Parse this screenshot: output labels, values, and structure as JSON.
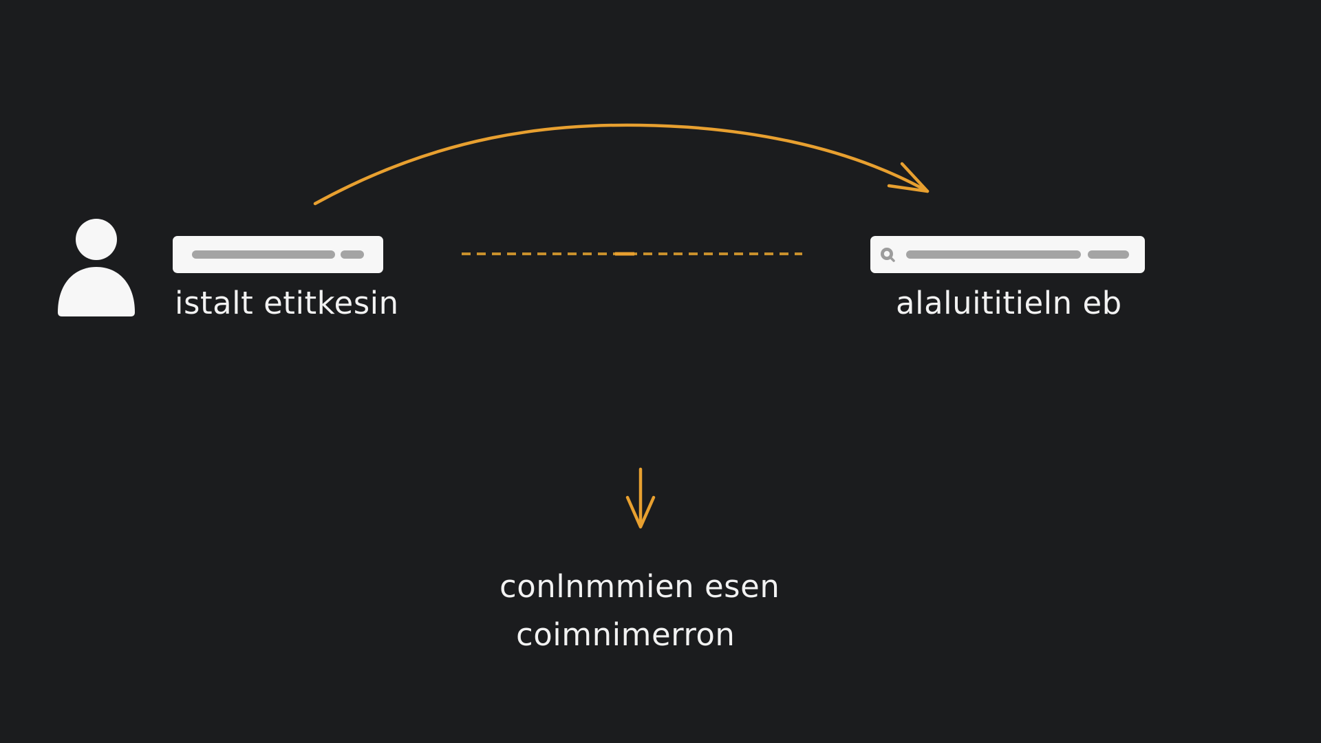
{
  "diagram": {
    "source_label": "istalt etitkesin",
    "target_label": "alaluititieln eb",
    "result_line_1": "conlnmmien esen",
    "result_line_2": "coimnimerron"
  },
  "icons": {
    "user": "user-icon",
    "search": "search-icon",
    "curved_arrow": "curved-arrow-icon",
    "down_arrow": "down-arrow-icon"
  },
  "colors": {
    "background": "#1b1c1e",
    "accent": "#e8a030",
    "field": "#f7f7f7",
    "field_placeholder": "#a4a4a4",
    "text": "#f2f2f2"
  }
}
